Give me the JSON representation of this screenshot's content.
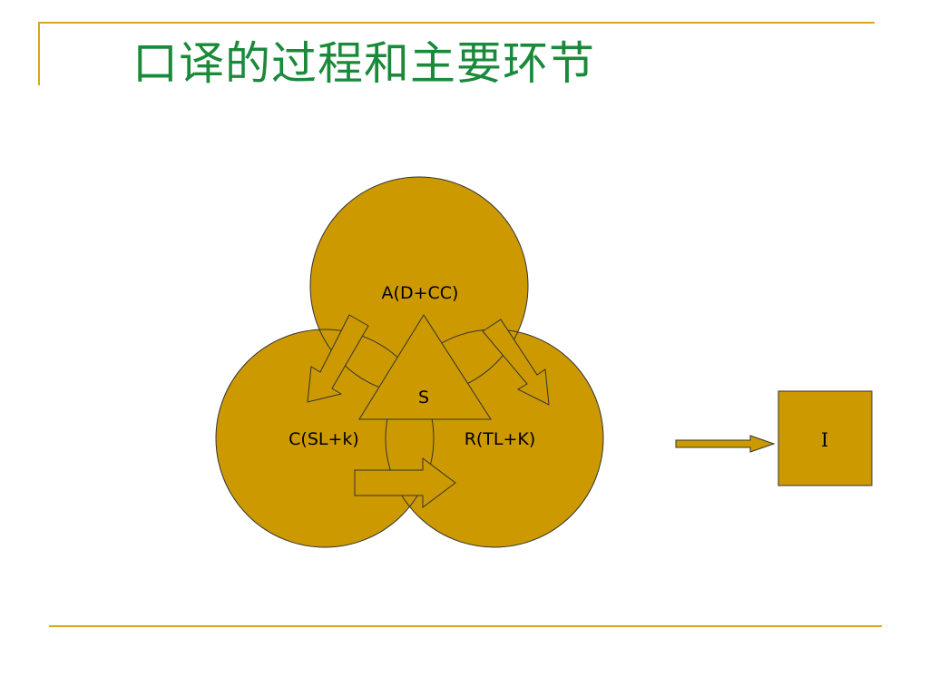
{
  "slide": {
    "title": "口译的过程和主要环节"
  },
  "diagram": {
    "fill_color": "#cc9900",
    "stroke_color": "#333333",
    "title_color": "#1a8a3a",
    "rule_color": "#d9a520",
    "nodes": {
      "a": "A(D+CC)",
      "c": "C(SL+k)",
      "r": "R(TL+K)",
      "s": "S",
      "i": "I"
    }
  }
}
